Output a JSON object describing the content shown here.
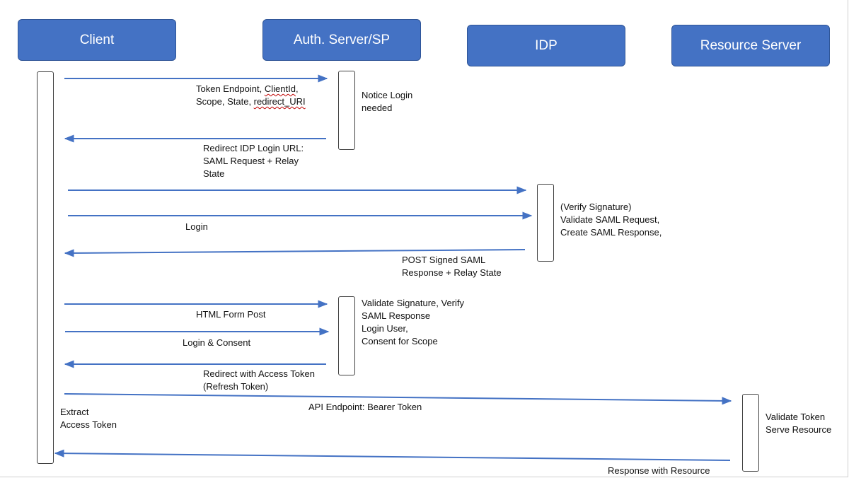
{
  "actors": {
    "client": "Client",
    "auth_server": "Auth. Server/SP",
    "idp": "IDP",
    "resource_server": "Resource Server"
  },
  "messages": {
    "token_request_line1_a": "Token Endpoint, ",
    "token_request_line1_b": "ClientId",
    "token_request_line1_c": ",",
    "token_request_line2_a": "Scope, State, ",
    "token_request_line2_b": "redirect_URI",
    "redirect_idp": "Redirect IDP Login URL:\nSAML Request + Relay\nState",
    "login": "Login",
    "post_saml": "POST Signed SAML\nResponse + Relay State",
    "html_form_post": "HTML Form Post",
    "login_consent": "Login & Consent",
    "redirect_access_token": "Redirect with Access Token\n(Refresh Token)",
    "api_endpoint": "API Endpoint: Bearer Token",
    "response_resource": "Response with Resource"
  },
  "notes": {
    "notice_login": "Notice Login\nneeded",
    "idp_verify": "(Verify Signature)\nValidate SAML Request,\nCreate SAML Response,",
    "auth_validate": "Validate Signature, Verify\nSAML Response\nLogin User,\nConsent for Scope",
    "extract_token": "Extract\nAccess Token",
    "validate_serve": "Validate Token\nServe Resource"
  },
  "colors": {
    "actor_fill": "#4472c4",
    "arrow": "#4472c4"
  }
}
